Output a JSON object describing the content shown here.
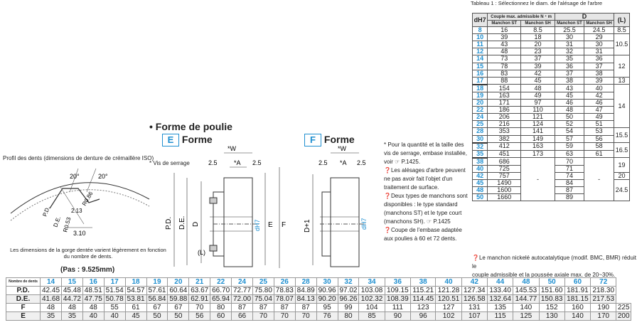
{
  "table1": {
    "title": "Tableau 1 : Sélectionnez le diam. de l'alésage de l'arbre",
    "hdr_dh": "dH7",
    "hdr_couple": "Couple max. admissible N・m",
    "hdr_d": "D",
    "hdr_l": "(L)",
    "hdr_st1": "Manchon ST",
    "hdr_sh1": "Manchon SH",
    "hdr_st2": "Manchon ST",
    "hdr_sh2": "Manchon SH",
    "rows": [
      [
        "8",
        "16",
        "8.5",
        "25.5",
        "24.5"
      ],
      [
        "10",
        "39",
        "18",
        "30",
        "29"
      ],
      [
        "11",
        "43",
        "20",
        "31",
        "30"
      ],
      [
        "12",
        "48",
        "23",
        "32",
        "31"
      ],
      [
        "14",
        "73",
        "37",
        "35",
        "36"
      ],
      [
        "15",
        "78",
        "39",
        "36",
        "37"
      ],
      [
        "16",
        "83",
        "42",
        "37",
        "38"
      ],
      [
        "17",
        "88",
        "45",
        "38",
        "39"
      ],
      [
        "18",
        "154",
        "48",
        "43",
        "40"
      ],
      [
        "19",
        "163",
        "49",
        "45",
        "42"
      ],
      [
        "20",
        "171",
        "97",
        "46",
        "46"
      ],
      [
        "22",
        "186",
        "110",
        "48",
        "47"
      ],
      [
        "24",
        "206",
        "121",
        "50",
        "49"
      ],
      [
        "25",
        "216",
        "124",
        "52",
        "51"
      ],
      [
        "28",
        "353",
        "141",
        "54",
        "53"
      ],
      [
        "30",
        "382",
        "149",
        "57",
        "56"
      ],
      [
        "32",
        "412",
        "163",
        "59",
        "58"
      ],
      [
        "35",
        "451",
        "173",
        "63",
        "61"
      ],
      [
        "38",
        "686",
        "",
        "70",
        ""
      ],
      [
        "40",
        "725",
        "",
        "71",
        ""
      ],
      [
        "42",
        "757",
        "",
        "74",
        ""
      ],
      [
        "45",
        "1490",
        "",
        "84",
        ""
      ],
      [
        "48",
        "1600",
        "",
        "87",
        ""
      ],
      [
        "50",
        "1660",
        "",
        "89",
        ""
      ]
    ],
    "l_groups": [
      {
        "value": "8.5",
        "span": 1
      },
      {
        "value": "10.5",
        "span": 3
      },
      {
        "value": "12",
        "span": 3
      },
      {
        "value": "13",
        "span": 1
      },
      {
        "value": "14",
        "span": 6
      },
      {
        "value": "15.5",
        "span": 2
      },
      {
        "value": "16.5",
        "span": 2
      },
      {
        "value": "19",
        "span": 2
      },
      {
        "value": "20",
        "span": 1
      },
      {
        "value": "24.5",
        "span": 3
      }
    ],
    "dash": "-",
    "legend_line1": "Le manchon nickelé autocatalytique (modif. BMC, BMR) réduit le",
    "legend_line2": "couple admissible et la poussée axiale max. de 20~30%."
  },
  "profile": {
    "title": "Profil des dents (dimensions de denture de crémaillère ISO)",
    "a1": "20°",
    "a2": "20°",
    "r1": "R0.86",
    "r2": "R0.53",
    "de": "D.E.",
    "pd": "P.D.",
    "h": "2.13",
    "w": "3.10",
    "note1": "Les dimensions de la gorge dentée varient légèrement en fonction",
    "note2": "du nombre de dents.",
    "pitch": "(Pas : 9.525mm)"
  },
  "forms": {
    "heading": "• Forme de poulie",
    "e_letter": "E",
    "e_label": "Forme",
    "f_letter": "F",
    "f_label": "Forme",
    "vis": "* Vis de serrage",
    "w": "*W",
    "a": "*A",
    "d25": "2.5",
    "pd": "P.D.",
    "de": "D.E.",
    "d": "D",
    "dh7": "dH7",
    "e": "E",
    "f": "F",
    "l": "(L)",
    "d1": "D+1"
  },
  "notes": {
    "n1": "* Pour la quantité et la taille des vis de serrage, embase installée, voir ☞ P.1425.",
    "n2": "Les alésages d'arbre peuvent ne pas avoir fait l'objet d'un traitement de surface.",
    "n3": "Deux types de manchons sont disponibles : le type standard (manchons ST) et le type court (manchons SH). ☞ P.1425",
    "n4": "Coupe de l'embase adaptée aux poulies à 60 et 72 dents."
  },
  "teeth": {
    "header": "Nombre de dents",
    "counts": [
      "14",
      "15",
      "16",
      "17",
      "18",
      "19",
      "20",
      "21",
      "22",
      "24",
      "25",
      "26",
      "28",
      "30",
      "32",
      "34",
      "36",
      "38",
      "40",
      "42",
      "44",
      "48",
      "50",
      "60",
      "72"
    ],
    "rows": [
      {
        "label": "P.D.",
        "values": [
          "42.45",
          "45.48",
          "48.51",
          "51.54",
          "54.57",
          "57.61",
          "60.64",
          "63.67",
          "66.70",
          "72.77",
          "75.80",
          "78.83",
          "84.89",
          "90.96",
          "97.02",
          "103.08",
          "109.15",
          "115.21",
          "121.28",
          "127.34",
          "133.40",
          "145.53",
          "151.60",
          "181.91",
          "218.30"
        ]
      },
      {
        "label": "D.E.",
        "values": [
          "41.68",
          "44.72",
          "47.75",
          "50.78",
          "53.81",
          "56.84",
          "59.88",
          "62.91",
          "65.94",
          "72.00",
          "75.04",
          "78.07",
          "84.13",
          "90.20",
          "96.26",
          "102.32",
          "108.39",
          "114.45",
          "120.51",
          "126.58",
          "132.64",
          "144.77",
          "150.83",
          "181.15",
          "217.53"
        ]
      },
      {
        "label": "F",
        "values": [
          "48",
          "48",
          "48",
          "55",
          "61",
          "67",
          "67",
          "70",
          "80",
          "87",
          "87",
          "87",
          "87",
          "95",
          "99",
          "104",
          "111",
          "123",
          "127",
          "131",
          "135",
          "140",
          "152",
          "160",
          "190",
          "225"
        ]
      },
      {
        "label": "E",
        "values": [
          "35",
          "35",
          "40",
          "40",
          "45",
          "50",
          "50",
          "56",
          "60",
          "66",
          "70",
          "70",
          "70",
          "76",
          "80",
          "85",
          "90",
          "96",
          "102",
          "107",
          "115",
          "125",
          "130",
          "140",
          "170",
          "200"
        ]
      }
    ]
  },
  "colors": {
    "accent": "#1f8fd0",
    "pink": "#d6247a"
  }
}
